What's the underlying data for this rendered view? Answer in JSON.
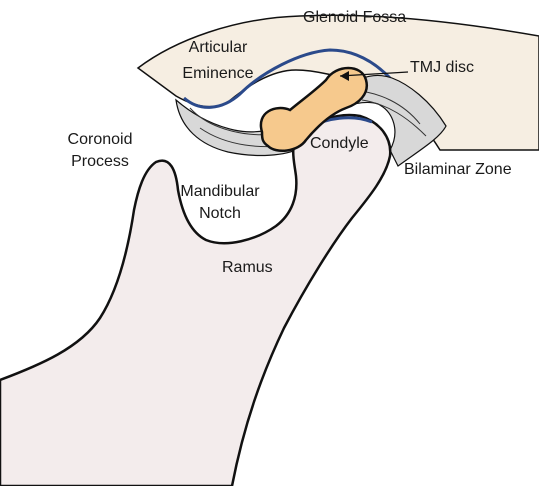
{
  "labels": {
    "glenoid_fossa": "Glenoid Fossa",
    "articular_eminence_line1": "Articular",
    "articular_eminence_line2": "Eminence",
    "tmj_disc": "TMJ disc",
    "coronoid_process_line1": "Coronoid",
    "coronoid_process_line2": "Process",
    "condyle": "Condyle",
    "bilaminar_zone": "Bilaminar Zone",
    "mandibular_notch_line1": "Mandibular",
    "mandibular_notch_line2": "Notch",
    "ramus": "Ramus"
  },
  "colors": {
    "skull_fill": "#f6eee2",
    "mandible_fill": "#f3ecec",
    "disc_fill": "#f6c98d",
    "bilaminar_fill": "#d8d8d8",
    "cartilage_line": "#2b4a8b",
    "outline": "#111111"
  }
}
